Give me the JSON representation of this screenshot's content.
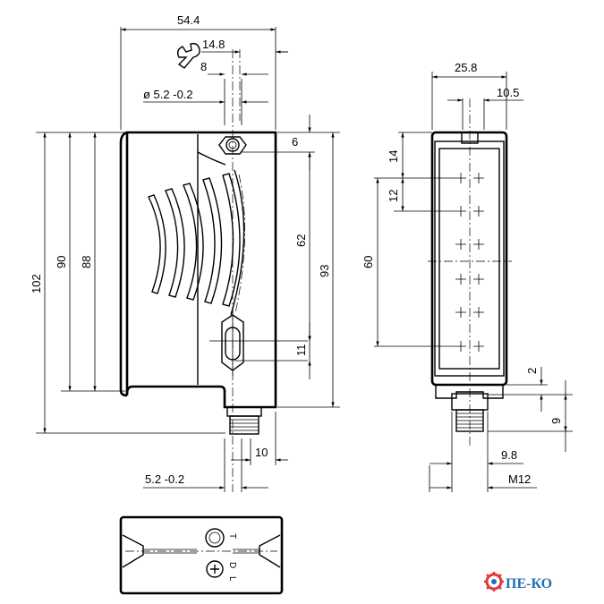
{
  "side_view": {
    "width_total": "54.4",
    "slot_offset": "14.8",
    "wrench_size": "8",
    "hole_diameter": "ø 5.2 -0.2",
    "height_total": "102",
    "height_body": "90",
    "height_inner": "88",
    "hole_top_offset": "6",
    "hole_spacing": "62",
    "height_93": "93",
    "slot_length": "11",
    "connector_offset": "10",
    "slot_width": "5.2 -0.2"
  },
  "front_view": {
    "width_total": "25.8",
    "half_width": "10.5",
    "top_offset": "14",
    "led_pitch": "12",
    "window_height": "60",
    "gap": "2",
    "connector_length": "9",
    "connector_offset": "9.8",
    "thread": "M12"
  },
  "bottom_view": {
    "mark_t": "T",
    "mark_l": "L",
    "mark_d": "D"
  },
  "logo": {
    "text": "ПЕ-КО",
    "colors": {
      "gear": "#e03a3a",
      "text": "#1f6fb4"
    }
  }
}
